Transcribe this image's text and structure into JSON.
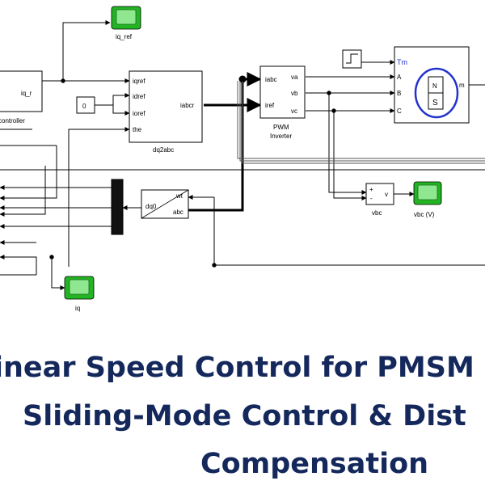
{
  "blocks": {
    "controller": {
      "port": "iq_r",
      "label": "controller"
    },
    "scope_iq_ref": {
      "label": "iq_ref"
    },
    "step": {},
    "constant": {
      "value": "0"
    },
    "dq2abc": {
      "inputs": [
        "iqref",
        "idref",
        "ioref",
        "the"
      ],
      "output": "iabcr",
      "label": "dq2abc"
    },
    "pwm": {
      "inputs": [
        "iabc",
        "iref"
      ],
      "outputs": [
        "va",
        "vb",
        "vc"
      ],
      "label": "PWM",
      "label2": "Inverter"
    },
    "pmsm": {
      "ports_left": [
        "Tm",
        "A",
        "B",
        "C"
      ],
      "port_right": "m",
      "north": "N",
      "south": "S"
    },
    "voltmeter": {
      "plus": "+",
      "minus": "-",
      "output": "v",
      "label": "vbc"
    },
    "scope_vbc": {
      "label": "vbc (V)"
    },
    "dq0": {
      "left": "dq0",
      "top": "wt",
      "bottom": "abc"
    },
    "scope_iq": {
      "label": "iq"
    }
  },
  "title": {
    "line1": "inear Speed Control for PMSM",
    "line2": "Sliding-Mode Control & Dist",
    "line3": "Compensation"
  },
  "colors": {
    "title": "#14285c",
    "scope_fill": "#22b422",
    "scope_screen": "#8fe88f",
    "motor_accent": "#2233cc"
  }
}
